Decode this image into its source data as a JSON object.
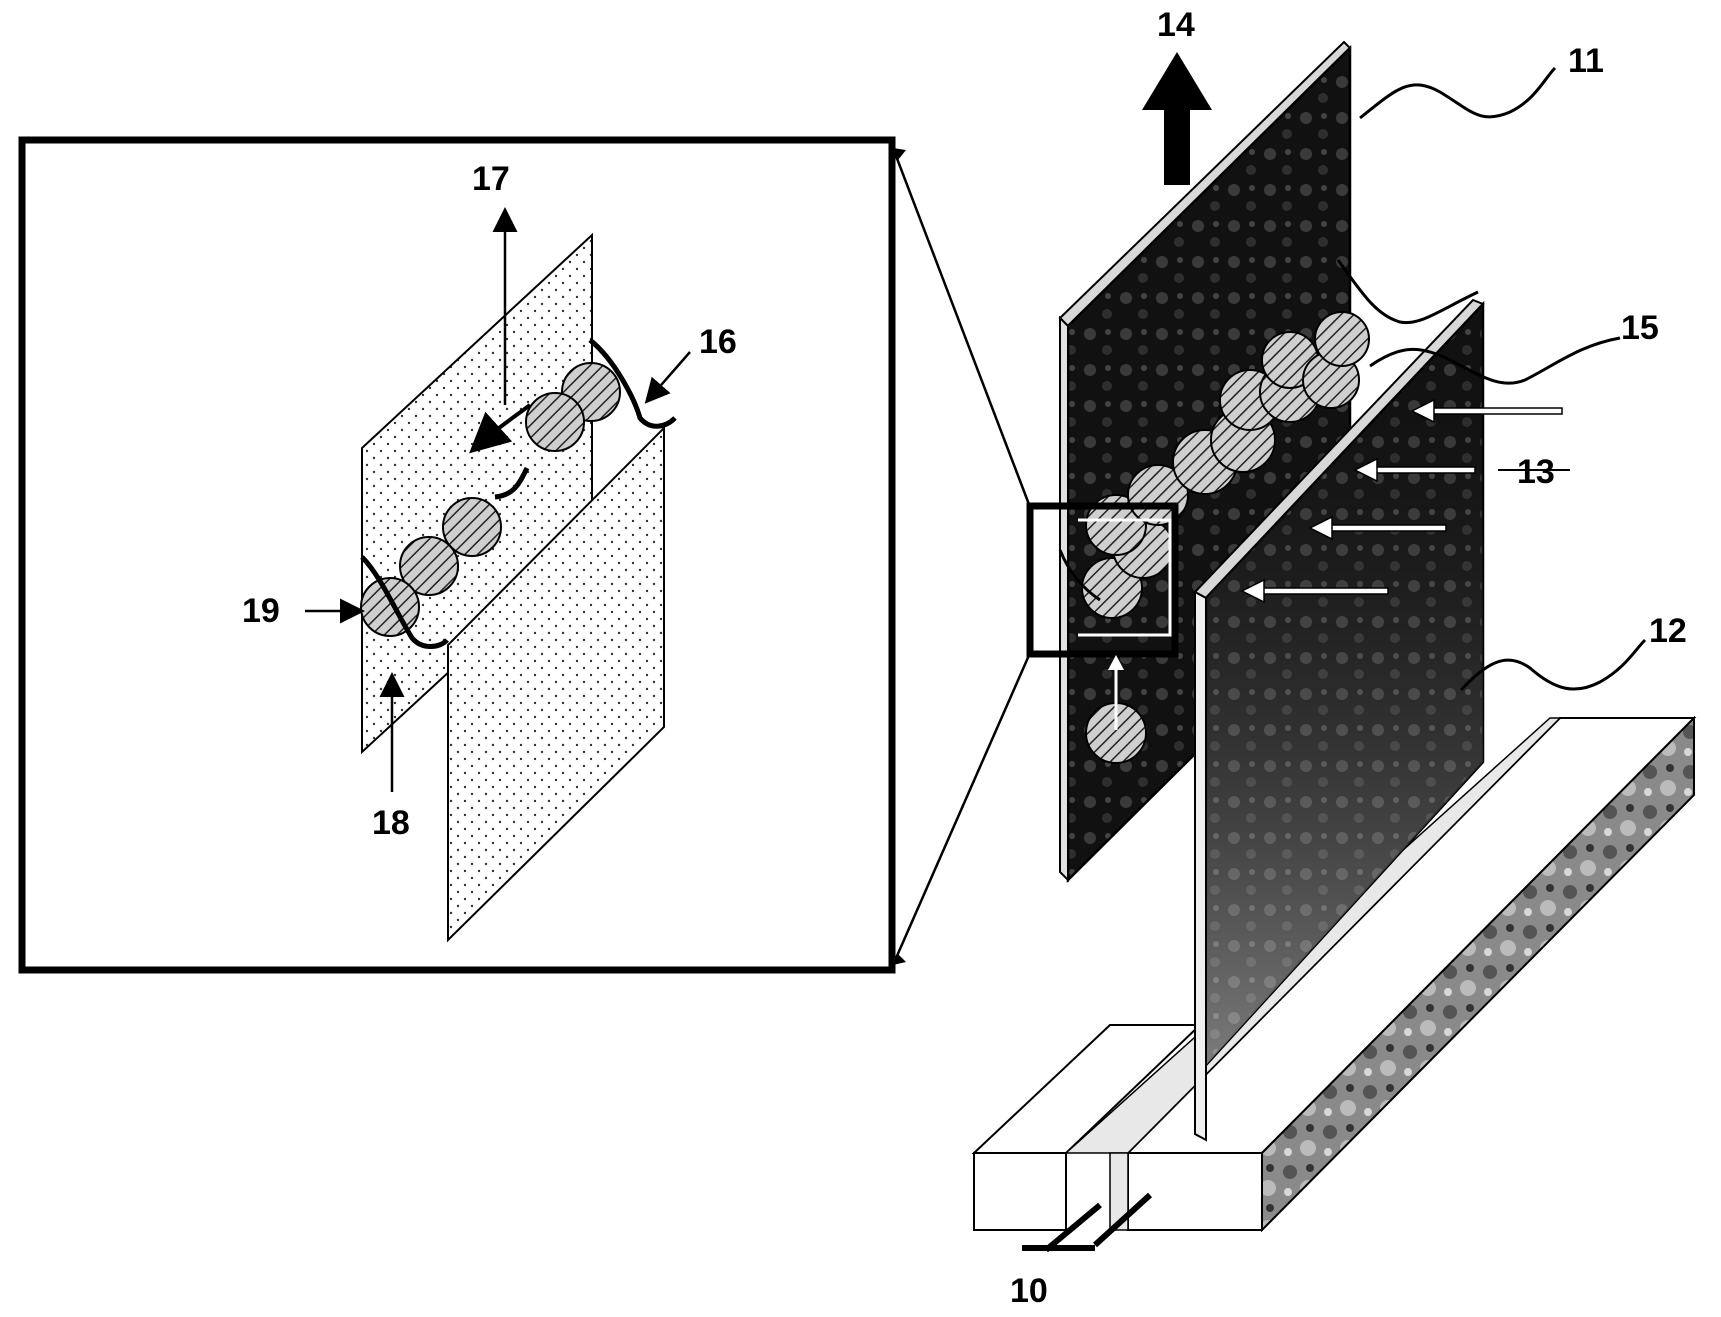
{
  "labels": {
    "l10": "10",
    "l11": "11",
    "l12": "12",
    "l13": "13",
    "l14": "14",
    "l15": "15",
    "l16": "16",
    "l17": "17",
    "l18": "18",
    "l19": "19"
  },
  "colors": {
    "ink": "#000000",
    "panel_dark": "#1a1a1a",
    "panel_light_dots": "#f4f4f4",
    "membrane_hatch": "#9a9a9a",
    "paper": "#ffffff"
  },
  "icons": {
    "bubble": "hatched-circle",
    "flow_arrow": "outline-arrow",
    "rise_arrow": "bold-up-arrow"
  }
}
